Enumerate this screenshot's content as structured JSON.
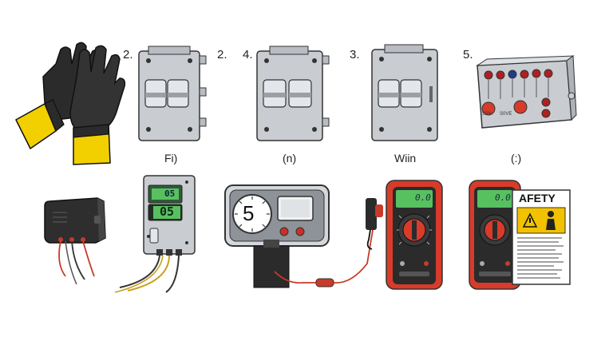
{
  "labels": {
    "n1": "2.",
    "n2": "2.",
    "n3": "4.",
    "n4": "3.",
    "n5": "5."
  },
  "captions": {
    "c1": "Fi)",
    "c2": "(n)",
    "c3": "Wiin",
    "c4": "(:)"
  },
  "displays": {
    "timer_top": "05",
    "timer_bottom": "05",
    "dial_number": "5",
    "meter1": "0.0",
    "meter2": "0.0"
  },
  "box_text": {
    "left": "S0N",
    "right": "S0VE"
  },
  "safety_title": "AFETY",
  "colors": {
    "glove_black": "#2b2b2b",
    "glove_yellow": "#f2d000",
    "meter_red": "#d83b2a",
    "lcd_green": "#58c060",
    "panel_gray": "#c9cdd2"
  }
}
